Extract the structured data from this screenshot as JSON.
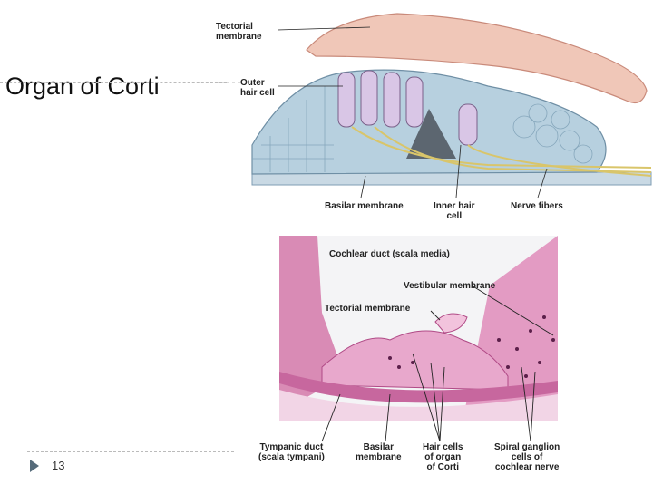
{
  "slide": {
    "title": "Organ of Corti",
    "page_number": "13"
  },
  "illustration": {
    "labels": {
      "tectorial": "Tectorial\nmembrane",
      "outer_hair": "Outer\nhair cell",
      "basilar": "Basilar membrane",
      "inner_hair": "Inner hair\ncell",
      "nerve": "Nerve fibers"
    }
  },
  "micrograph": {
    "labels": {
      "cochlear_duct": "Cochlear duct (scala media)",
      "vestibular": "Vestibular membrane",
      "tectorial": "Tectorial membrane",
      "tympanic": "Tympanic duct\n(scala tympani)",
      "basilar": "Basilar\nmembrane",
      "hair_cells": "Hair cells\nof organ\nof Corti",
      "spiral": "Spiral ganglion\ncells of\ncochlear nerve"
    }
  }
}
